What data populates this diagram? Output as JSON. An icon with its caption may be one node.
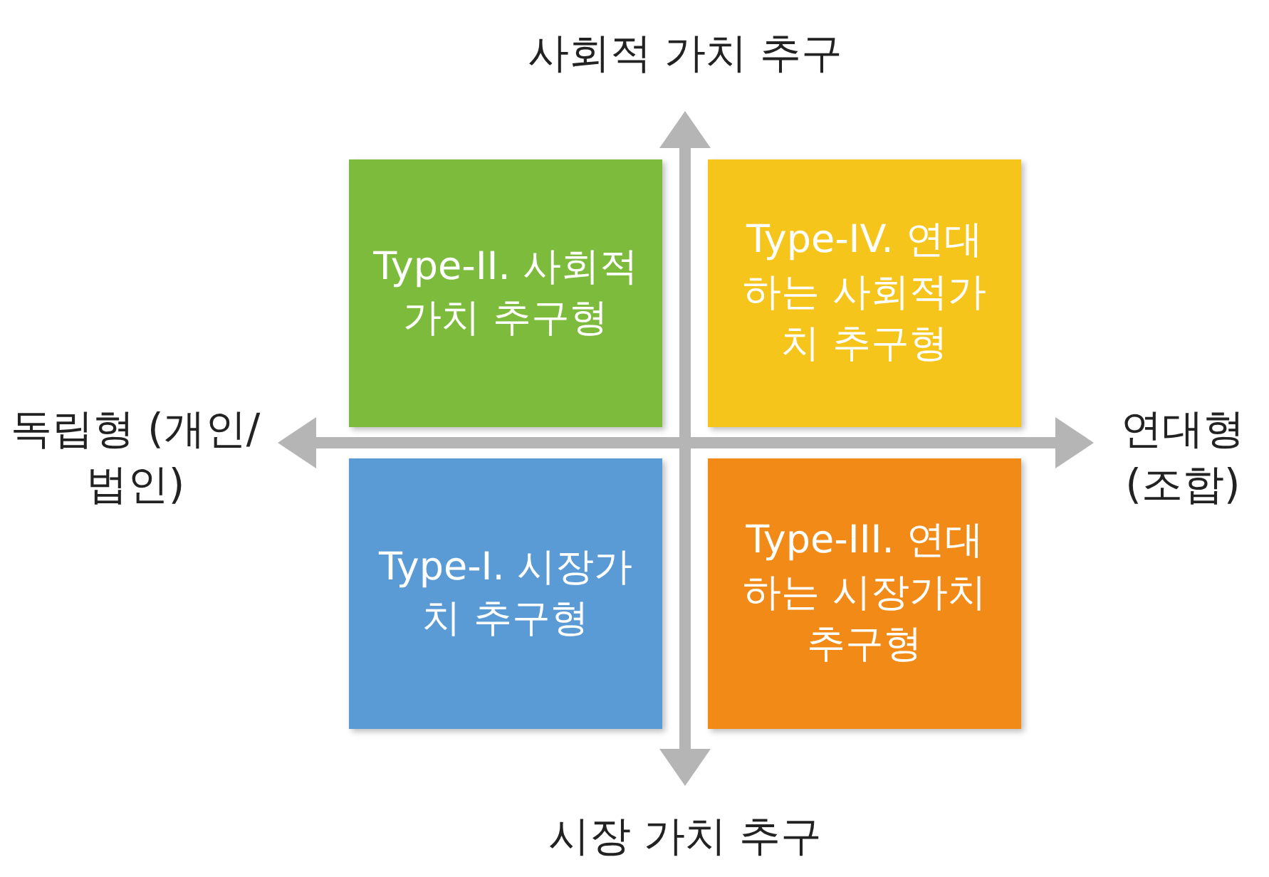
{
  "diagram": {
    "nodes": [
      {
        "text": [
          "Type-II. 사회적가치 추구형"
        ]
      },
      {
        "text": [
          "Type-IV. 연대하는 사회적가치 추구형"
        ]
      },
      {
        "text": [
          "Type-I. 시장가치 추구형"
        ]
      },
      {
        "text": [
          "Type-III. 연대하는 시장가치 추구형"
        ]
      }
    ],
    "edges": [],
    "labels": [
      "사회적 가치 추구",
      "독립형 (개인/법인)",
      "연대형 (조합)",
      "시장 가치 추구"
    ]
  }
}
